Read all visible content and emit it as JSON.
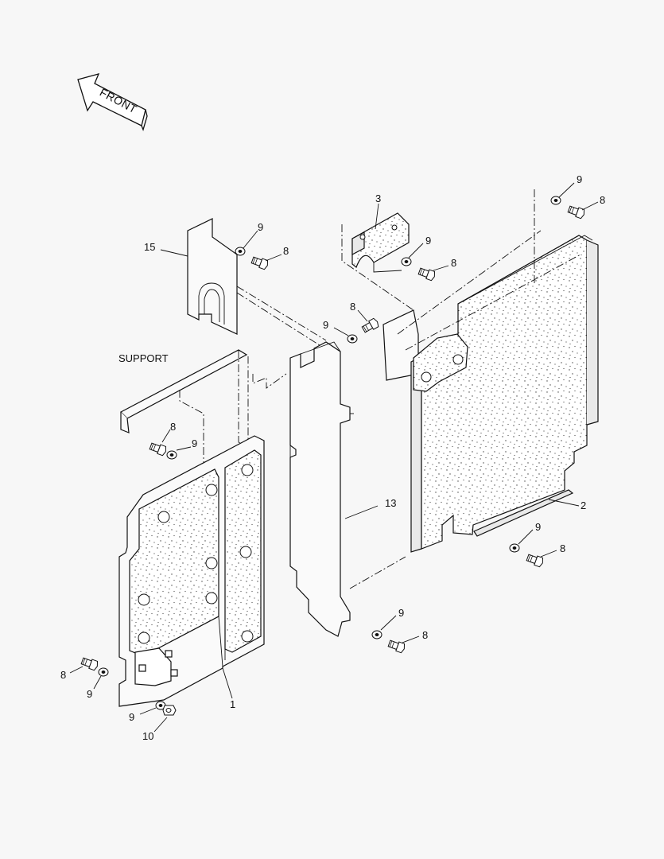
{
  "direction_arrow": {
    "label": "FRONT"
  },
  "section_label": "SUPPORT",
  "callouts": {
    "p15": "15",
    "p3": "3",
    "p2": "2",
    "p13": "13",
    "p1": "1",
    "p10": "10",
    "bolt": "8",
    "washer": "9"
  },
  "colors": {
    "line": "#111111",
    "background": "#f7f7f7",
    "foam_dots": "#444444"
  }
}
